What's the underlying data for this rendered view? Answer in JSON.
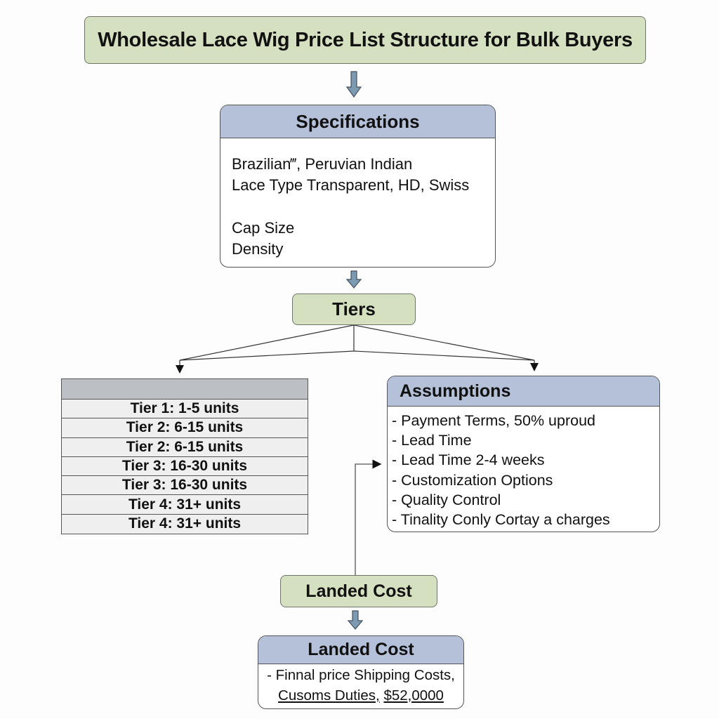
{
  "title": "Wholesale Lace Wig Price List Structure for Bulk Buyers",
  "specifications": {
    "heading": "Specifications",
    "lines": [
      "Brazilian‴, Peruvian Indian",
      "Lace Type Transparent, HD, Swiss",
      "Cap Size",
      "Density"
    ]
  },
  "tiers": {
    "label": "Tiers",
    "header": "",
    "rows": [
      "Tier 1: 1-5 units",
      "Tier 2: 6-15 units",
      "Tier 2: 6-15 units",
      "Tier 3: 16-30 units",
      "Tier 3: 16-30 units",
      "Tier 4: 31+ units",
      "Tier 4: 31+ units"
    ]
  },
  "assumptions": {
    "heading": "Assumptions",
    "items": [
      "- Payment Terms, 50% uproud",
      "- Lead Time",
      "- Lead Time 2-4 weeks",
      "- Customization Options",
      "- Quality Control",
      "- Tinality Conly Cortay a charges"
    ]
  },
  "landed_cost": {
    "label": "Landed Cost",
    "card_heading": "Landed Cost",
    "line1": "- Finnal price Shipping Costs,",
    "line2_a": "Cusoms Duties,",
    "line2_b": "$52,0000"
  },
  "colors": {
    "green_fill": "#d5e0c0",
    "blue_header": "#b4c1d8",
    "table_header": "#bcbfc3",
    "arrow_fill": "#7d9ab3"
  }
}
